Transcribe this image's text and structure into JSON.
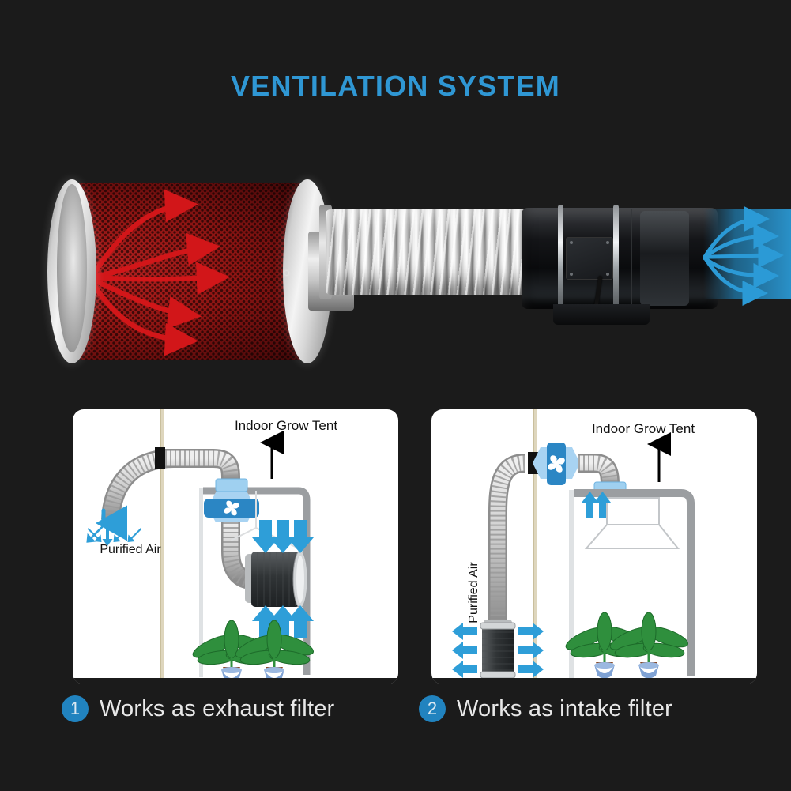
{
  "page": {
    "background_color": "#1b1b1b",
    "accent_blue": "#2f97d4",
    "badge_blue": "#2183bf",
    "airflow_blue": "#2e9ed8",
    "filter_red": "#b3201f"
  },
  "header": {
    "title": "VENTILATION SYSTEM"
  },
  "hero": {
    "alt_parts": {
      "carbon_filter": "carbon-filter",
      "ducting": "flexible-aluminum-duct",
      "inline_fan": "inline-duct-fan"
    },
    "airflow_in_color": "#cc1417",
    "airflow_out_color": "#2e9ed8"
  },
  "diagrams": [
    {
      "id": "exhaust",
      "tent_label": "Indoor Grow Tent",
      "air_label": "Purified Air",
      "air_label_orientation": "horizontal",
      "filter_position": "inside-tent-horizontal",
      "fan_position": "top-inside",
      "plants_count": 2,
      "arrow_sets": [
        {
          "name": "down-into-filter",
          "count": 3,
          "direction": "down"
        },
        {
          "name": "up-from-plants",
          "count": 3,
          "direction": "up"
        },
        {
          "name": "purified-air-out",
          "count": 5,
          "direction": "down-spread"
        }
      ]
    },
    {
      "id": "intake",
      "tent_label": "Indoor Grow Tent",
      "air_label": "Purified Air",
      "air_label_orientation": "vertical",
      "filter_position": "outside-tent-vertical",
      "fan_position": "on-wall",
      "plants_count": 2,
      "arrow_sets": [
        {
          "name": "up-to-light",
          "count": 2,
          "direction": "up"
        },
        {
          "name": "filter-intake-left",
          "count": 3,
          "direction": "left"
        },
        {
          "name": "filter-intake-right",
          "count": 3,
          "direction": "right"
        }
      ]
    }
  ],
  "captions": [
    {
      "number": "1",
      "text": "Works as exhaust filter"
    },
    {
      "number": "2",
      "text": "Works as intake filter"
    }
  ]
}
